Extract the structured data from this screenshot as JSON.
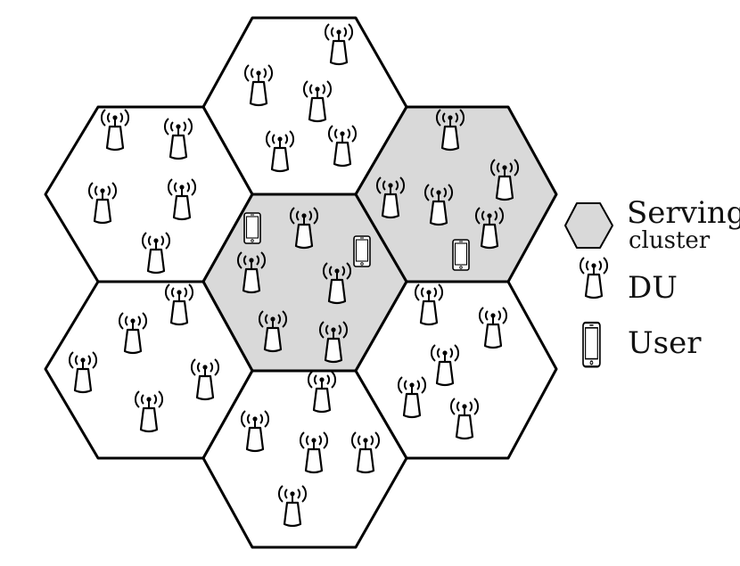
{
  "colors": {
    "serving_fill": "#d9d9d9",
    "normal_fill": "#ffffff",
    "stroke": "#000000"
  },
  "legend": {
    "serving_line1": "Serving",
    "serving_line2": "cluster",
    "du_label": "DU",
    "user_label": "User",
    "serving_icon": "hexagon-icon",
    "du_icon": "du-antenna-icon",
    "user_icon": "phone-icon"
  },
  "cells": [
    {
      "id": "top",
      "serving": false
    },
    {
      "id": "upper-left",
      "serving": false
    },
    {
      "id": "center",
      "serving": true
    },
    {
      "id": "upper-right",
      "serving": true
    },
    {
      "id": "lower-left",
      "serving": false
    },
    {
      "id": "bottom",
      "serving": false
    },
    {
      "id": "lower-right",
      "serving": false
    }
  ]
}
